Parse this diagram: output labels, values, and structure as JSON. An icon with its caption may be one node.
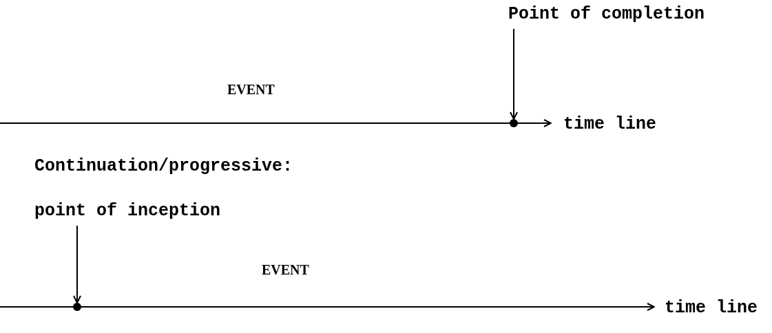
{
  "diagram": {
    "nodes": [
      {
        "text": [
          "Point of completion"
        ]
      },
      {
        "text": [],
        "shape": "circle"
      },
      {
        "text": [
          "point of inception"
        ]
      },
      {
        "text": [],
        "shape": "circle"
      }
    ],
    "edges": [
      {
        "from": 0,
        "to": 1,
        "arrow": "to"
      },
      {
        "from": 2,
        "to": 3,
        "arrow": "to"
      }
    ],
    "labels": [
      "EVENT",
      "time line",
      "Continuation/progressive:",
      "EVENT",
      "time line"
    ]
  }
}
